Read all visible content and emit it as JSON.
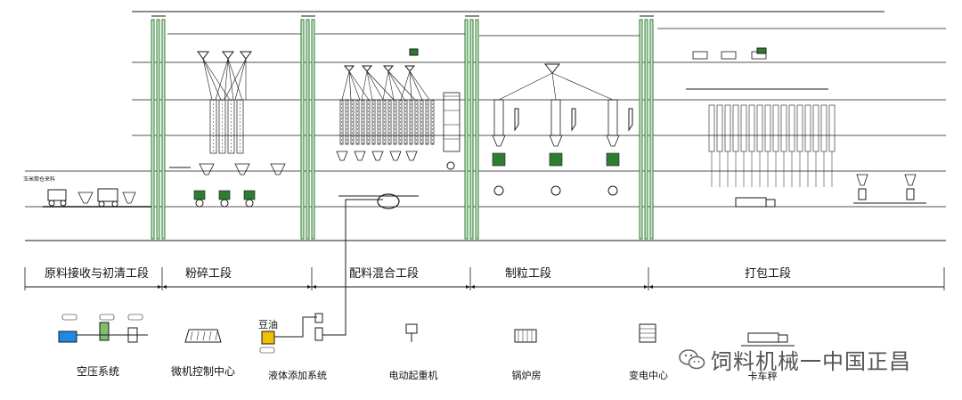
{
  "sections": [
    {
      "id": "receiving",
      "label": "原料接收与初清工段"
    },
    {
      "id": "grinding",
      "label": "粉碎工段"
    },
    {
      "id": "batching",
      "label": "配料混合工段"
    },
    {
      "id": "pelleting",
      "label": "制粒工段"
    },
    {
      "id": "packing",
      "label": "打包工段"
    }
  ],
  "auxiliary": [
    {
      "id": "air",
      "label": "空压系统"
    },
    {
      "id": "control",
      "label": "微机控制中心"
    },
    {
      "id": "liquid",
      "label": "液体添加系统"
    },
    {
      "id": "crane",
      "label": "电动起重机"
    },
    {
      "id": "boiler",
      "label": "锅炉房"
    },
    {
      "id": "power",
      "label": "变电中心"
    },
    {
      "id": "truck",
      "label": "卡车秤"
    }
  ],
  "oil_label": "豆油",
  "corn_label": "玉米筒仓来料",
  "watermark": "饲料机械一中国正昌",
  "colors": {
    "line": "#1a1a1a",
    "green": "#2e7d32",
    "blue": "#1e88e5",
    "yellow": "#f3c000"
  }
}
